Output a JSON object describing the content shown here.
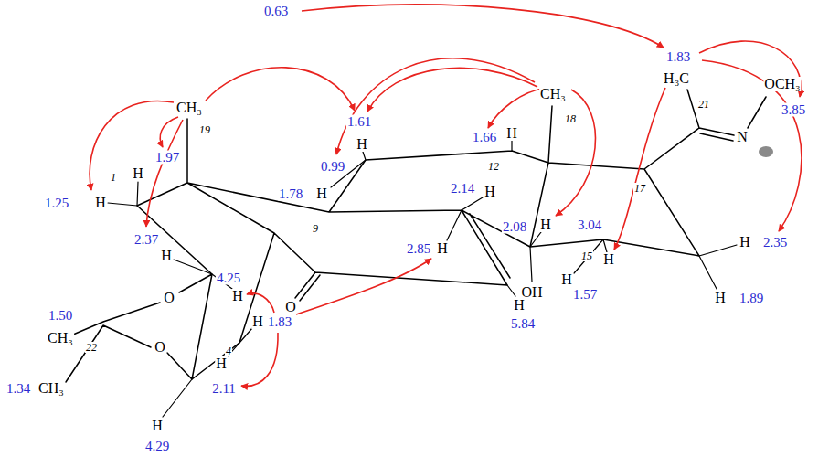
{
  "diagram": {
    "labels": [
      "0.63",
      "1.83",
      "OCH₃",
      "H₃C",
      "CH₃",
      "CH₃",
      "21",
      "3.85",
      "18",
      "19",
      "1.61",
      "N",
      "H",
      "1.66",
      "H",
      "12",
      "1.97",
      "0.99",
      "1",
      "H",
      "1.78",
      "H",
      "2.14",
      "H",
      "1.25",
      "H",
      "17",
      "9",
      "2.08",
      "H",
      "2.37",
      "3.04",
      "H",
      "2.35",
      "H",
      "2.85",
      "H",
      "H",
      "15",
      "H",
      "4.25",
      "OH",
      "1.57",
      "H",
      "1.89",
      "O",
      "H",
      "O",
      "H",
      "5.84",
      "1.50",
      "H",
      "1.83",
      "CH₃",
      "4",
      "O",
      "22",
      "H",
      "1.34",
      "CH₃",
      "2.11",
      "H",
      "4.29"
    ]
  }
}
